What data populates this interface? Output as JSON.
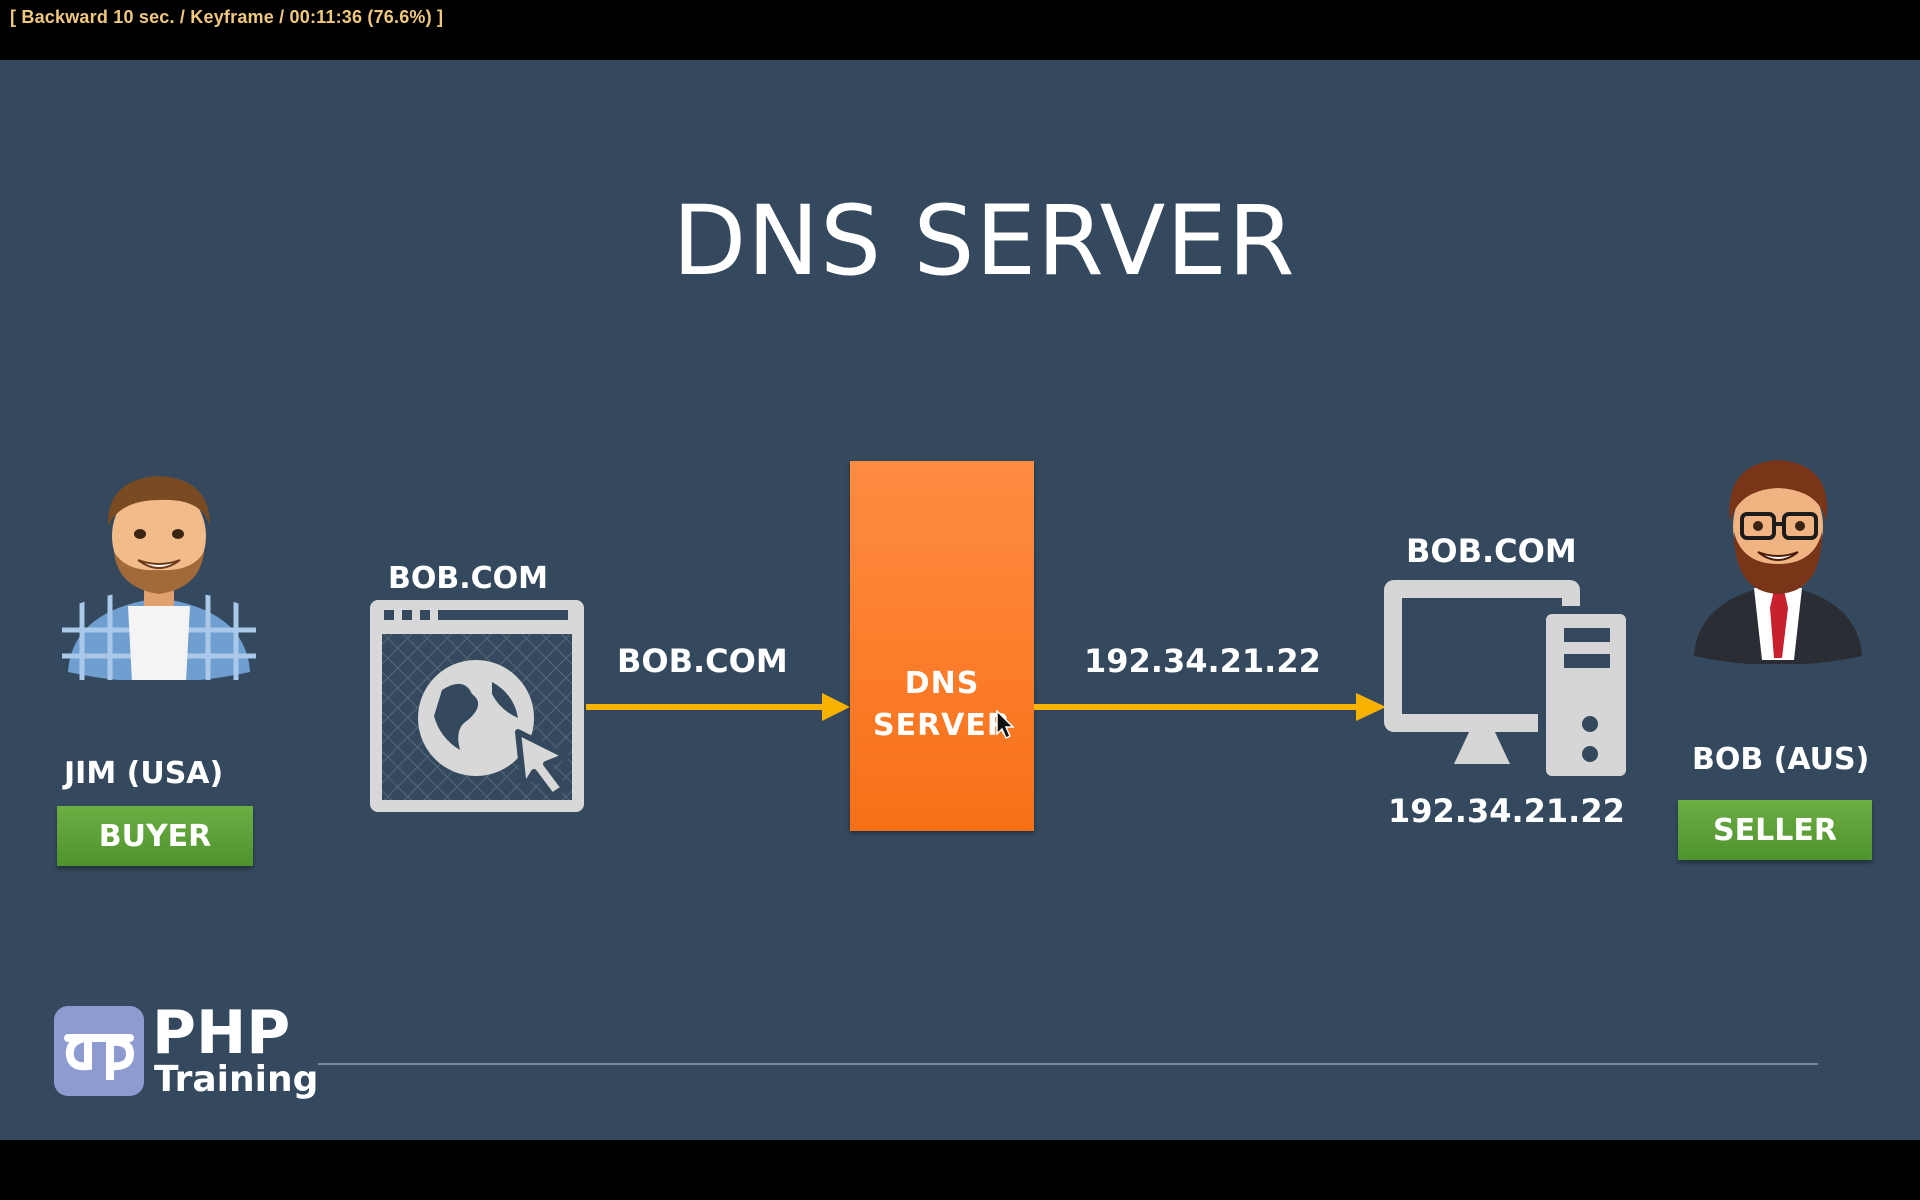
{
  "player": {
    "osd_text": "[ Backward 10 sec. / Keyframe / 00:11:36 (76.6%) ]"
  },
  "slide": {
    "title": "DNS SERVER",
    "buyer": {
      "name": "JIM (USA)",
      "role": "BUYER"
    },
    "browser_label": "BOB.COM",
    "request_label": "BOB.COM",
    "dns_box_label": "DNS SERVER",
    "response_label": "192.34.21.22",
    "server_label": "BOB.COM",
    "server_ip": "192.34.21.22",
    "seller": {
      "name": "BOB (AUS)",
      "role": "SELLER"
    },
    "brand": {
      "line1": "PHP",
      "line2": "Training"
    }
  },
  "colors": {
    "background": "#34495e",
    "dns_box": "#f87017",
    "arrow": "#f9b200",
    "badge": "#5a9e36",
    "osd_text": "#f0c87c"
  }
}
